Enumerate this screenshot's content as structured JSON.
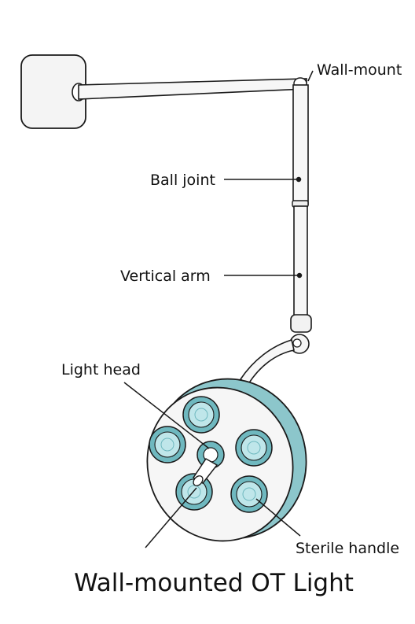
{
  "title": "Wall-mounted OT Light",
  "labels": {
    "wall_mount": "Wall-mount",
    "ball_joint": "Ball joint",
    "vertical_arm": "Vertical arm",
    "light_head": "Light head",
    "sterile_handle": "Sterile handle"
  },
  "colors": {
    "outline": "#1a1a1a",
    "body_fill": "#f4f4f4",
    "lens_ring": "#6fb8bf",
    "lens_fill": "#bfe6ea",
    "head_rim": "#7fbfc5"
  }
}
